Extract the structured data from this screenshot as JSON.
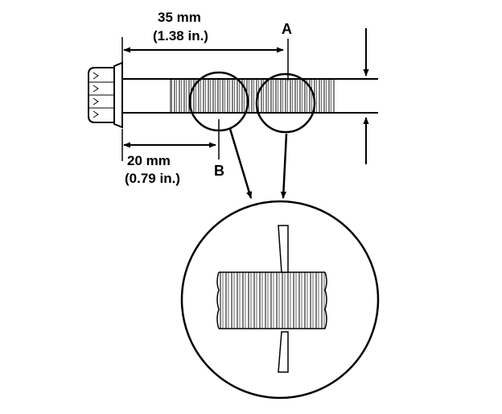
{
  "labels": {
    "dim_35_mm": "35 mm",
    "dim_35_in": "(1.38 in.)",
    "dim_20_mm": "20 mm",
    "dim_20_in": "(0.79 in.)",
    "point_a": "A",
    "point_b": "B"
  },
  "colors": {
    "ink": "#000000",
    "paper": "#ffffff"
  }
}
